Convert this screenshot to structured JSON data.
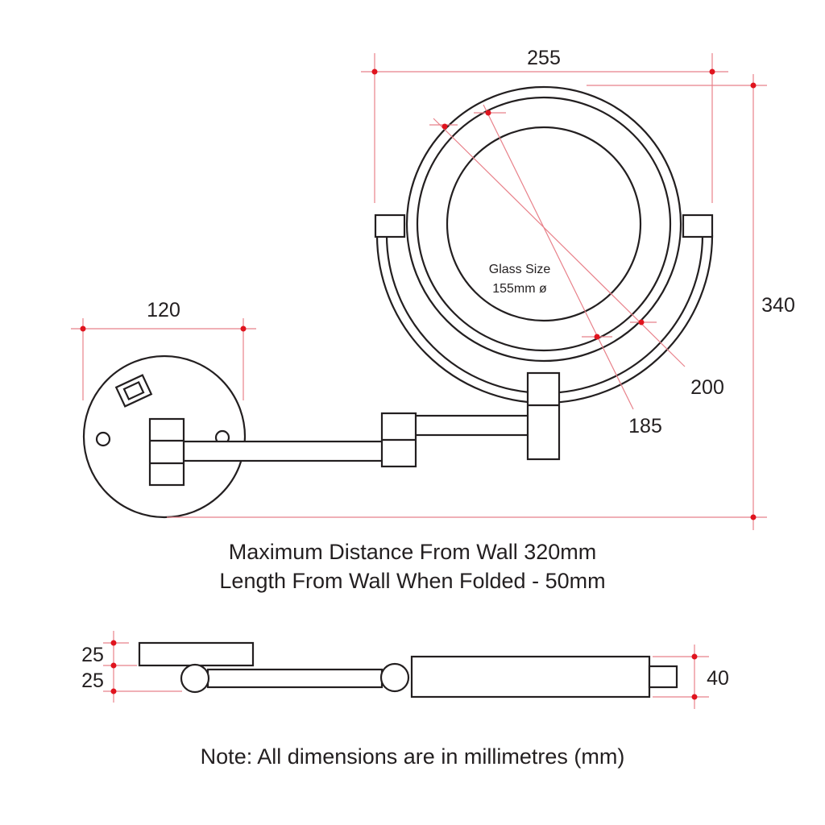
{
  "dimensions": {
    "base_width": "120",
    "mirror_width": "255",
    "total_height": "340",
    "outer_diameter": "200",
    "inner_diameter": "185",
    "base_thickness": "25",
    "arm_offset": "25",
    "head_depth": "40"
  },
  "glass": {
    "line1": "Glass Size",
    "line2": "155mm ø"
  },
  "notes": {
    "max_distance": "Maximum Distance From Wall 320mm",
    "folded_length": "Length From Wall When Folded - 50mm",
    "units_note": "Note: All dimensions are in millimetres (mm)"
  },
  "colors": {
    "outline": "#231f20",
    "dimension_line": "#e8818a",
    "dimension_point": "#e0141e"
  }
}
